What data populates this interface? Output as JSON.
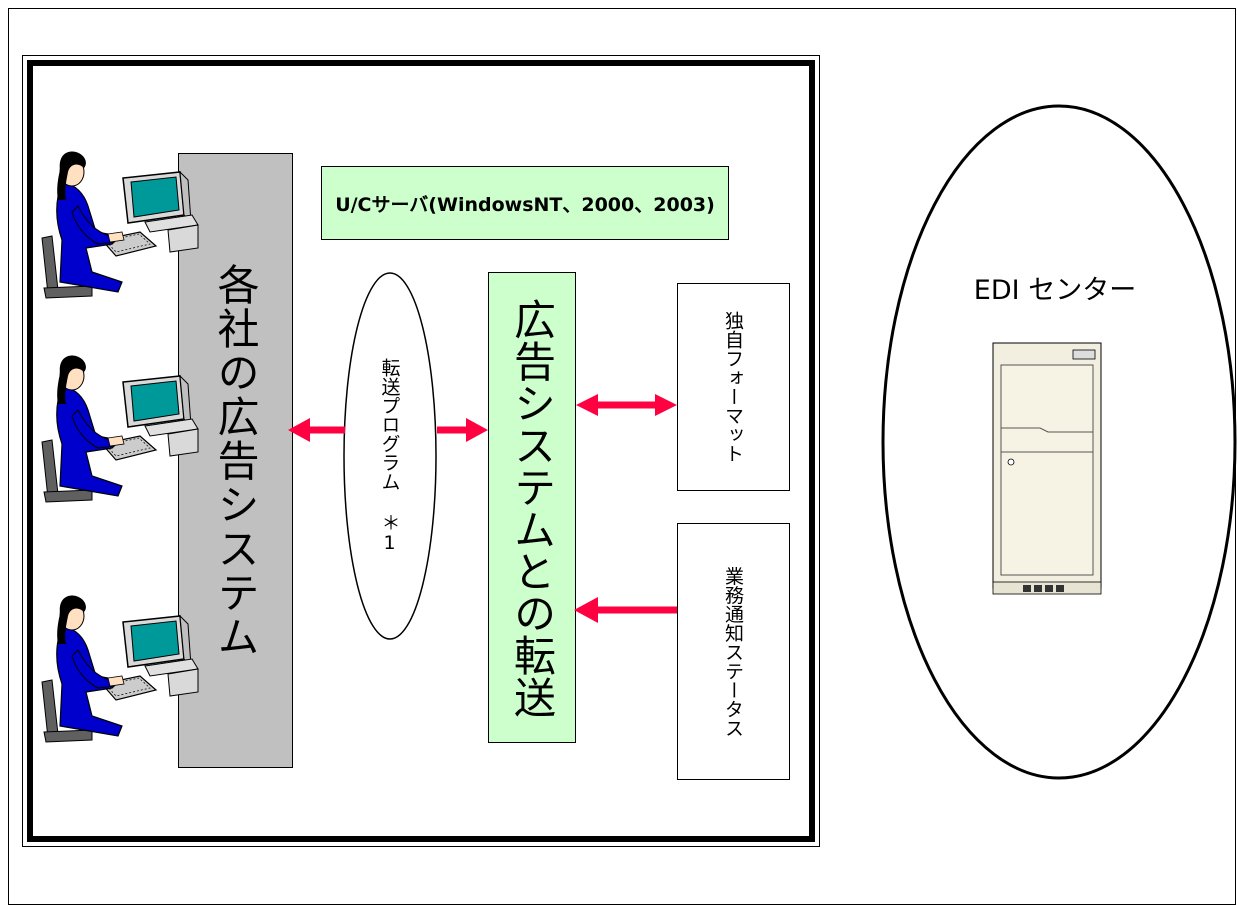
{
  "server": {
    "label": "U/Cサーバ(WindowsNT、2000、2003)"
  },
  "company_system": {
    "label": "各社の広告システム"
  },
  "transfer_program": {
    "label": "転送プログラム ＊1"
  },
  "transfer": {
    "label": "広告システムとの転送"
  },
  "format": {
    "label": "独自フォーマット"
  },
  "status": {
    "label": "業務通知ステータス"
  },
  "edi": {
    "label": "EDI センター"
  },
  "icons": [
    "operator-at-computer-icon",
    "operator-at-computer-icon",
    "operator-at-computer-icon",
    "server-tower-icon"
  ],
  "colors": {
    "green_box": "#ccffcc",
    "gray_column": "#c0c0c0",
    "arrow": "#ff0040",
    "person": "#0000cc",
    "screen": "#009999"
  }
}
